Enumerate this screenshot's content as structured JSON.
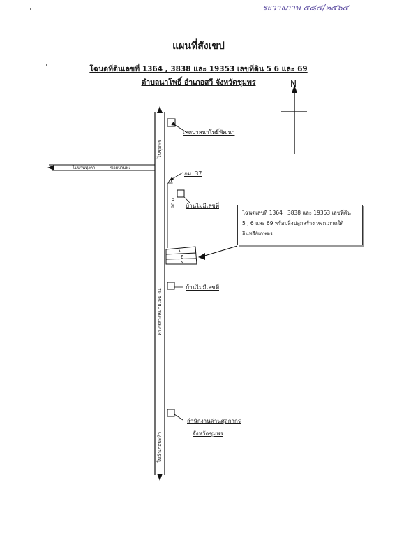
{
  "stamp": "ระวางภาพ ๕๘๔/๒๕๖๔",
  "title": "แผนที่สังเขป",
  "subtitle_line1": "โฉนดที่ดินเลขที่  1364 , 3838 และ 19353  เลขที่ดิน  5  6 และ 69",
  "subtitle_line2": "ตำบลนาโพธิ์  อำเภอสวี  จังหวัดชุมพร",
  "north_label": "N",
  "labels": {
    "municipality": "เทศบาลนาโพธิ์พัฒนา",
    "km_marker": "กม. 37",
    "house_no_number_1": "บ้านไม่มีเลขที่",
    "house_no_number_2": "บ้านไม่มีเลขที่",
    "office_line1": "สำนักงานด่านศุลกากร",
    "office_line2": "จังหวัดชุมพร",
    "distance": "90 ม.",
    "to_chumphon": "ไปชุมพร",
    "highway": "ทางหลวงหมายเลข 41",
    "to_pathio": "ไปอำเภอปะทิว",
    "west_road_1": "ไปบ้านทุ่งคา",
    "west_road_2": "ซอยบ้านทุ่ง",
    "plot_label": "6"
  },
  "callout": {
    "line1": "โฉนดเลขที่ 1364 , 3838 และ 19353 เลขที่ดิน",
    "line2": "5 , 6 และ  69  พร้อมสิ่งปลูกสร้าง หจก.ภาคใต้",
    "line3": "อินทรีย์เกษตร"
  }
}
